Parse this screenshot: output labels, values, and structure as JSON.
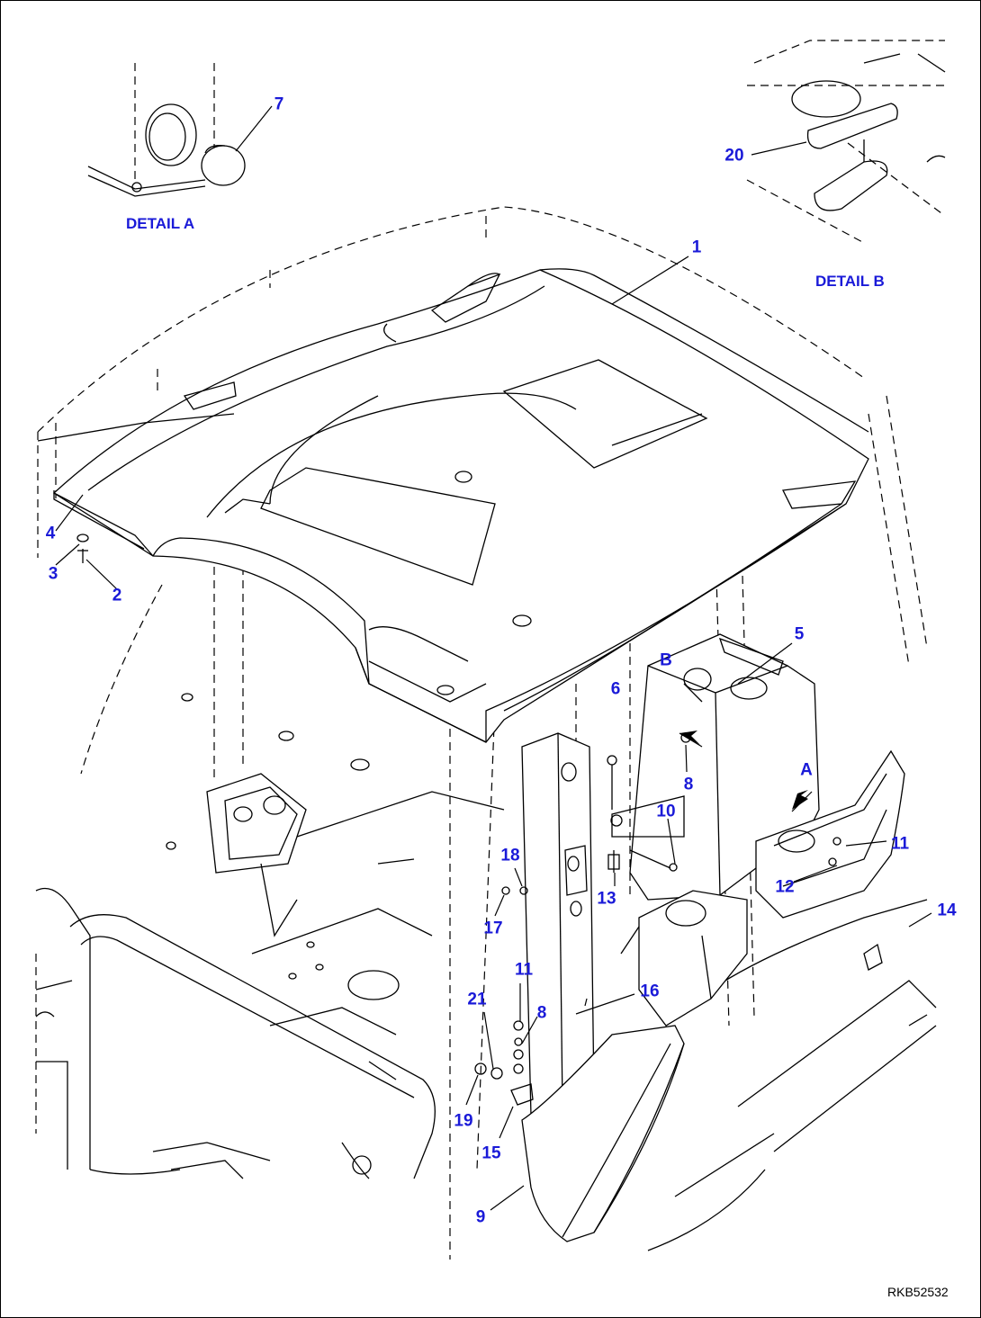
{
  "details": [
    {
      "id": "detail-a",
      "label": "DETAIL A"
    },
    {
      "id": "detail-b",
      "label": "DETAIL B"
    }
  ],
  "view_arrows": [
    {
      "id": "view-arrow-a",
      "label": "A"
    },
    {
      "id": "view-arrow-b",
      "label": "B"
    }
  ],
  "callouts": [
    "1",
    "2",
    "3",
    "4",
    "5",
    "6",
    "7",
    "8",
    "8",
    "9",
    "10",
    "11",
    "11",
    "12",
    "13",
    "14",
    "15",
    "16",
    "17",
    "18",
    "19",
    "20",
    "21"
  ],
  "drawing_code": "RKB52532",
  "colors": {
    "callout": "#1a1ad8",
    "line": "#000000"
  }
}
